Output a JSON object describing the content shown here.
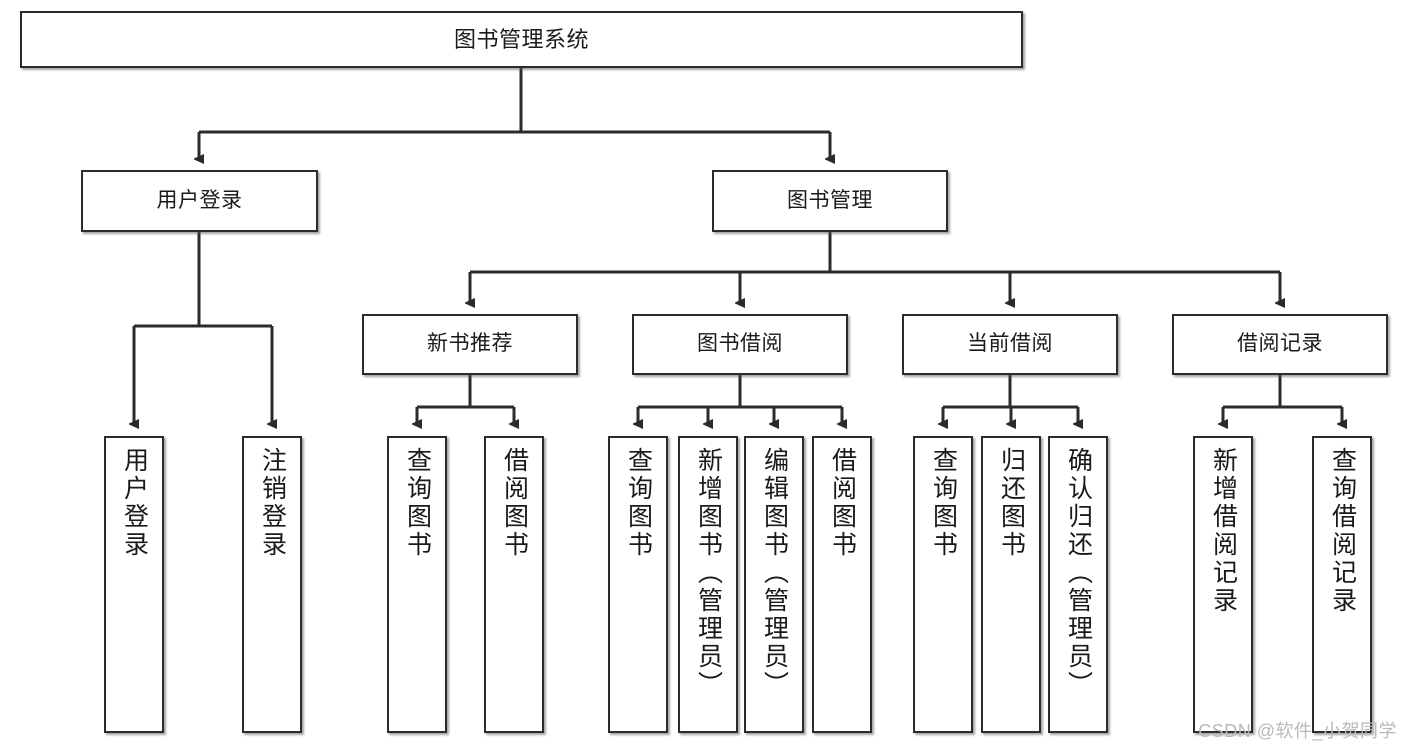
{
  "diagram": {
    "title": "图书管理系统",
    "type": "hierarchy-tree",
    "watermark": "CSDN @软件_小贺同学",
    "colors": {
      "node_border": "#2b2b2b",
      "node_fill": "#ffffff",
      "edge": "#2b2b2b",
      "text": "#1a1a1a",
      "watermark": "#b9b9b9"
    },
    "nodes": {
      "root": {
        "label": "图书管理系统"
      },
      "level1": [
        {
          "label": "用户登录"
        },
        {
          "label": "图书管理"
        }
      ],
      "level2": [
        {
          "label": "新书推荐"
        },
        {
          "label": "图书借阅"
        },
        {
          "label": "当前借阅"
        },
        {
          "label": "借阅记录"
        }
      ],
      "leaves": {
        "user_login": [
          {
            "label": "用户登录"
          },
          {
            "label": "注销登录"
          }
        ],
        "new_book_recommend": [
          {
            "label": "查询图书"
          },
          {
            "label": "借阅图书"
          }
        ],
        "book_borrow": [
          {
            "label": "查询图书"
          },
          {
            "label": "新增图书（管理员）"
          },
          {
            "label": "编辑图书（管理员）"
          },
          {
            "label": "借阅图书"
          }
        ],
        "current_borrow": [
          {
            "label": "查询图书"
          },
          {
            "label": "归还图书"
          },
          {
            "label": "确认归还（管理员）"
          }
        ],
        "borrow_record": [
          {
            "label": "新增借阅记录"
          },
          {
            "label": "查询借阅记录"
          }
        ]
      }
    }
  }
}
